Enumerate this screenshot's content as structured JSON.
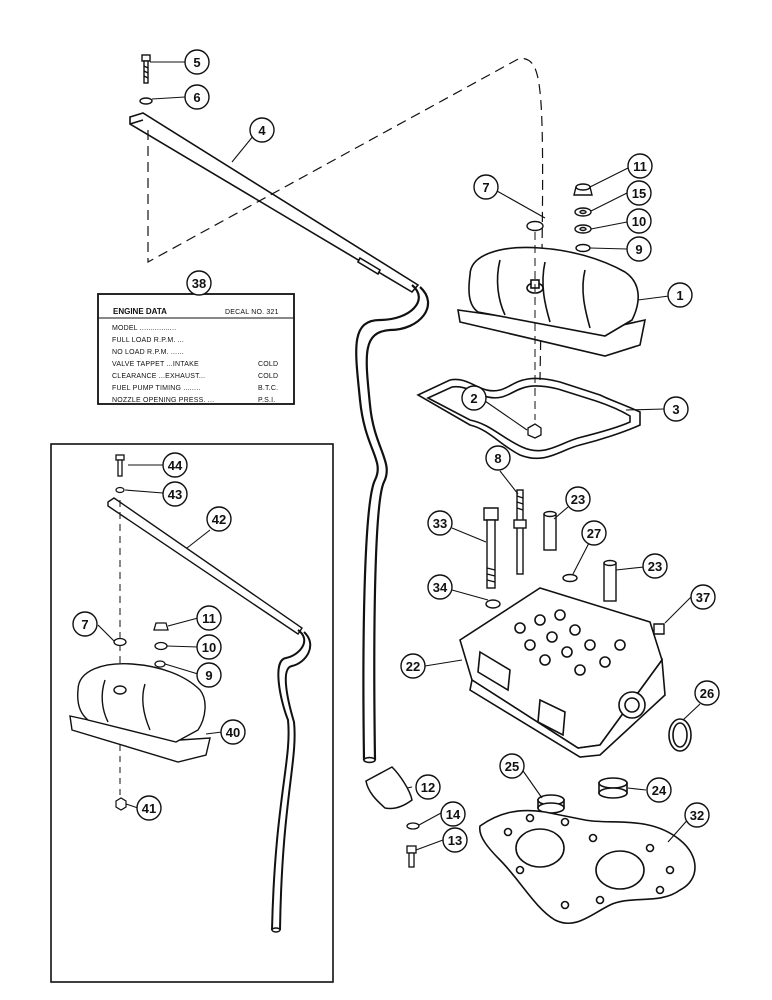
{
  "callouts": {
    "c1": "1",
    "c2": "2",
    "c3": "3",
    "c4": "4",
    "c5": "5",
    "c6": "6",
    "c7": "7",
    "c7b": "7",
    "c8": "8",
    "c9": "9",
    "c9b": "9",
    "c10": "10",
    "c10b": "10",
    "c11": "11",
    "c11b": "11",
    "c12": "12",
    "c13": "13",
    "c14": "14",
    "c15": "15",
    "c22": "22",
    "c23a": "23",
    "c23b": "23",
    "c24": "24",
    "c25": "25",
    "c26": "26",
    "c27": "27",
    "c32": "32",
    "c33": "33",
    "c34": "34",
    "c37": "37",
    "c38": "38",
    "c40": "40",
    "c41": "41",
    "c42": "42",
    "c43": "43",
    "c44": "44"
  },
  "decal": {
    "title": "ENGINE DATA",
    "decal_no": "DECAL NO. 321",
    "lines": [
      "MODEL .................",
      "FULL LOAD R.P.M. ...",
      "NO LOAD R.P.M. ......",
      "VALVE TAPPET ...INTAKE",
      "CLEARANCE ...EXHAUST...",
      "FUEL PUMP TIMING ........",
      "NOZZLE OPENING PRESS. ..."
    ],
    "right_col": [
      "COLD",
      "COLD",
      "B.T.C.",
      "P.S.I."
    ]
  }
}
